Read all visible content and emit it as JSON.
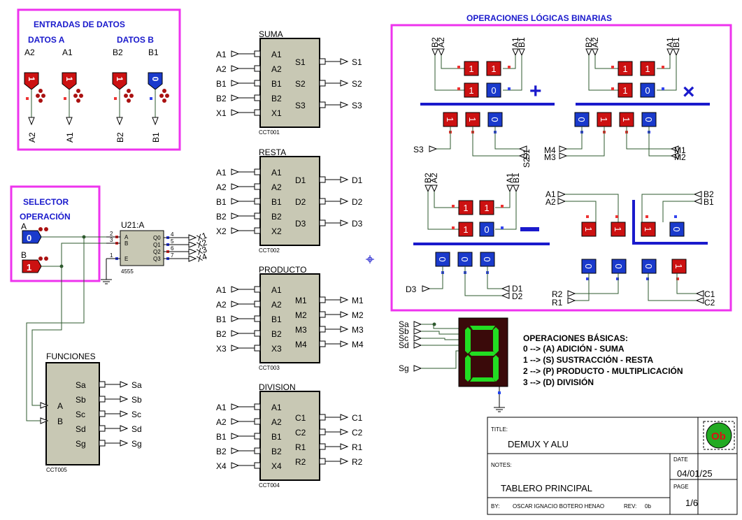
{
  "inputs_panel": {
    "title": "ENTRADAS DE DATOS",
    "group_a": "DATOS A",
    "group_b": "DATOS B",
    "top_labels": [
      "A2",
      "A1",
      "B2",
      "B1"
    ],
    "bottom_labels": [
      "A2",
      "A1",
      "B2",
      "B1"
    ],
    "values": [
      "1",
      "1",
      "1",
      "0"
    ]
  },
  "selector_panel": {
    "title_line1": "SELECTOR",
    "title_line2": "OPERACIÓN",
    "a_label": "A",
    "b_label": "B",
    "a_value": "0",
    "b_value": "1"
  },
  "demux": {
    "name": "U21:A",
    "part": "4555",
    "pins_left": [
      "A",
      "B",
      "E"
    ],
    "pin_numbers_left": [
      "2",
      "3",
      "1"
    ],
    "pins_right": [
      "Q0",
      "Q1",
      "Q2",
      "Q3"
    ],
    "pin_numbers_right": [
      "4",
      "5",
      "6",
      "7"
    ],
    "outputs": [
      "X1",
      "X2",
      "X3",
      "X4"
    ]
  },
  "funciones": {
    "title": "FUNCIONES",
    "inputs": [
      "A",
      "B"
    ],
    "outputs": [
      "Sa",
      "Sb",
      "Sc",
      "Sd",
      "Sg"
    ],
    "part": "CCT005"
  },
  "blocks": [
    {
      "title": "SUMA",
      "inputs": [
        "A1",
        "A2",
        "B1",
        "B2",
        "X1"
      ],
      "outputs": [
        "S1",
        "S2",
        "S3"
      ],
      "part": "CCT001"
    },
    {
      "title": "RESTA",
      "inputs": [
        "A1",
        "A2",
        "B1",
        "B2",
        "X2"
      ],
      "outputs": [
        "D1",
        "D2",
        "D3"
      ],
      "part": "CCT002"
    },
    {
      "title": "PRODUCTO",
      "inputs": [
        "A1",
        "A2",
        "B1",
        "B2",
        "X3"
      ],
      "outputs": [
        "M1",
        "M2",
        "M3",
        "M4"
      ],
      "part": "CCT003"
    },
    {
      "title": "DIVISION",
      "inputs": [
        "A1",
        "A2",
        "B1",
        "B2",
        "X4"
      ],
      "outputs": [
        "C1",
        "C2",
        "R1",
        "R2"
      ],
      "part": "CCT004"
    }
  ],
  "ops_panel": {
    "title": "OPERACIONES LÓGICAS BINARIAS",
    "add": {
      "top_labels": [
        "B2",
        "A2",
        "A1",
        "B1"
      ],
      "row1": [
        "1",
        "1"
      ],
      "row2": [
        "1",
        "0"
      ],
      "result": [
        "1",
        "1",
        "0"
      ],
      "left_out": "S3",
      "right_out": [
        "S1",
        "S2"
      ],
      "sign": "+"
    },
    "mul": {
      "top_labels": [
        "B2",
        "A2",
        "A1",
        "B1"
      ],
      "row1": [
        "1",
        "1"
      ],
      "row2": [
        "1",
        "0"
      ],
      "result": [
        "0",
        "1",
        "1",
        "0"
      ],
      "left_out": [
        "M4",
        "M3"
      ],
      "right_out": [
        "M1",
        "M2"
      ],
      "sign": "×"
    },
    "sub": {
      "top_labels": [
        "B2",
        "A2",
        "A1",
        "B1"
      ],
      "row1": [
        "1",
        "1"
      ],
      "row2": [
        "1",
        "0"
      ],
      "result": [
        "0",
        "0",
        "0"
      ],
      "left_out": "D3",
      "right_out": [
        "D1",
        "D2"
      ],
      "sign": "−"
    },
    "div": {
      "left_in": [
        "A1",
        "A2"
      ],
      "right_in": [
        "B2",
        "B1"
      ],
      "dividend": [
        "1",
        "1"
      ],
      "divisor": [
        "1",
        "0"
      ],
      "quotient": [
        "0",
        "0",
        "0",
        "1"
      ],
      "left_out": [
        "R2",
        "R1"
      ],
      "right_out": [
        "C1",
        "C2"
      ]
    }
  },
  "seven_seg": {
    "inputs": [
      "Sa",
      "Sb",
      "Sc",
      "Sd",
      "Sg"
    ],
    "color": "#22dd22"
  },
  "legend": {
    "title": "OPERACIONES BÁSICAS:",
    "lines": [
      "0 --> (A) ADICIÓN - SUMA",
      "1 --> (S) SUSTRACCIÓN - RESTA",
      "2 --> (P) PRODUCTO - MULTIPLICACIÓN",
      "3 --> (D) DIVISIÓN"
    ]
  },
  "title_block": {
    "title_label": "TITLE:",
    "title": "DEMUX Y ALU",
    "date_label": "DATE",
    "date": "04/01/25",
    "notes_label": "NOTES:",
    "notes": "TABLERO PRINCIPAL",
    "page_label": "PAGE",
    "page": "1/6",
    "by_label": "BY:",
    "author": "OSCAR IGNACIO BOTERO HENAO",
    "rev_label": "REV:",
    "rev": "0b",
    "logo_text": "Ob"
  },
  "colors": {
    "panel_border": "#ee33ee",
    "title_blue": "#1a1acc",
    "logic_red": "#cc1111",
    "logic_blue": "#1a3acc",
    "chip_fill": "#c8c8b4",
    "wire": "#2e5a2e"
  }
}
